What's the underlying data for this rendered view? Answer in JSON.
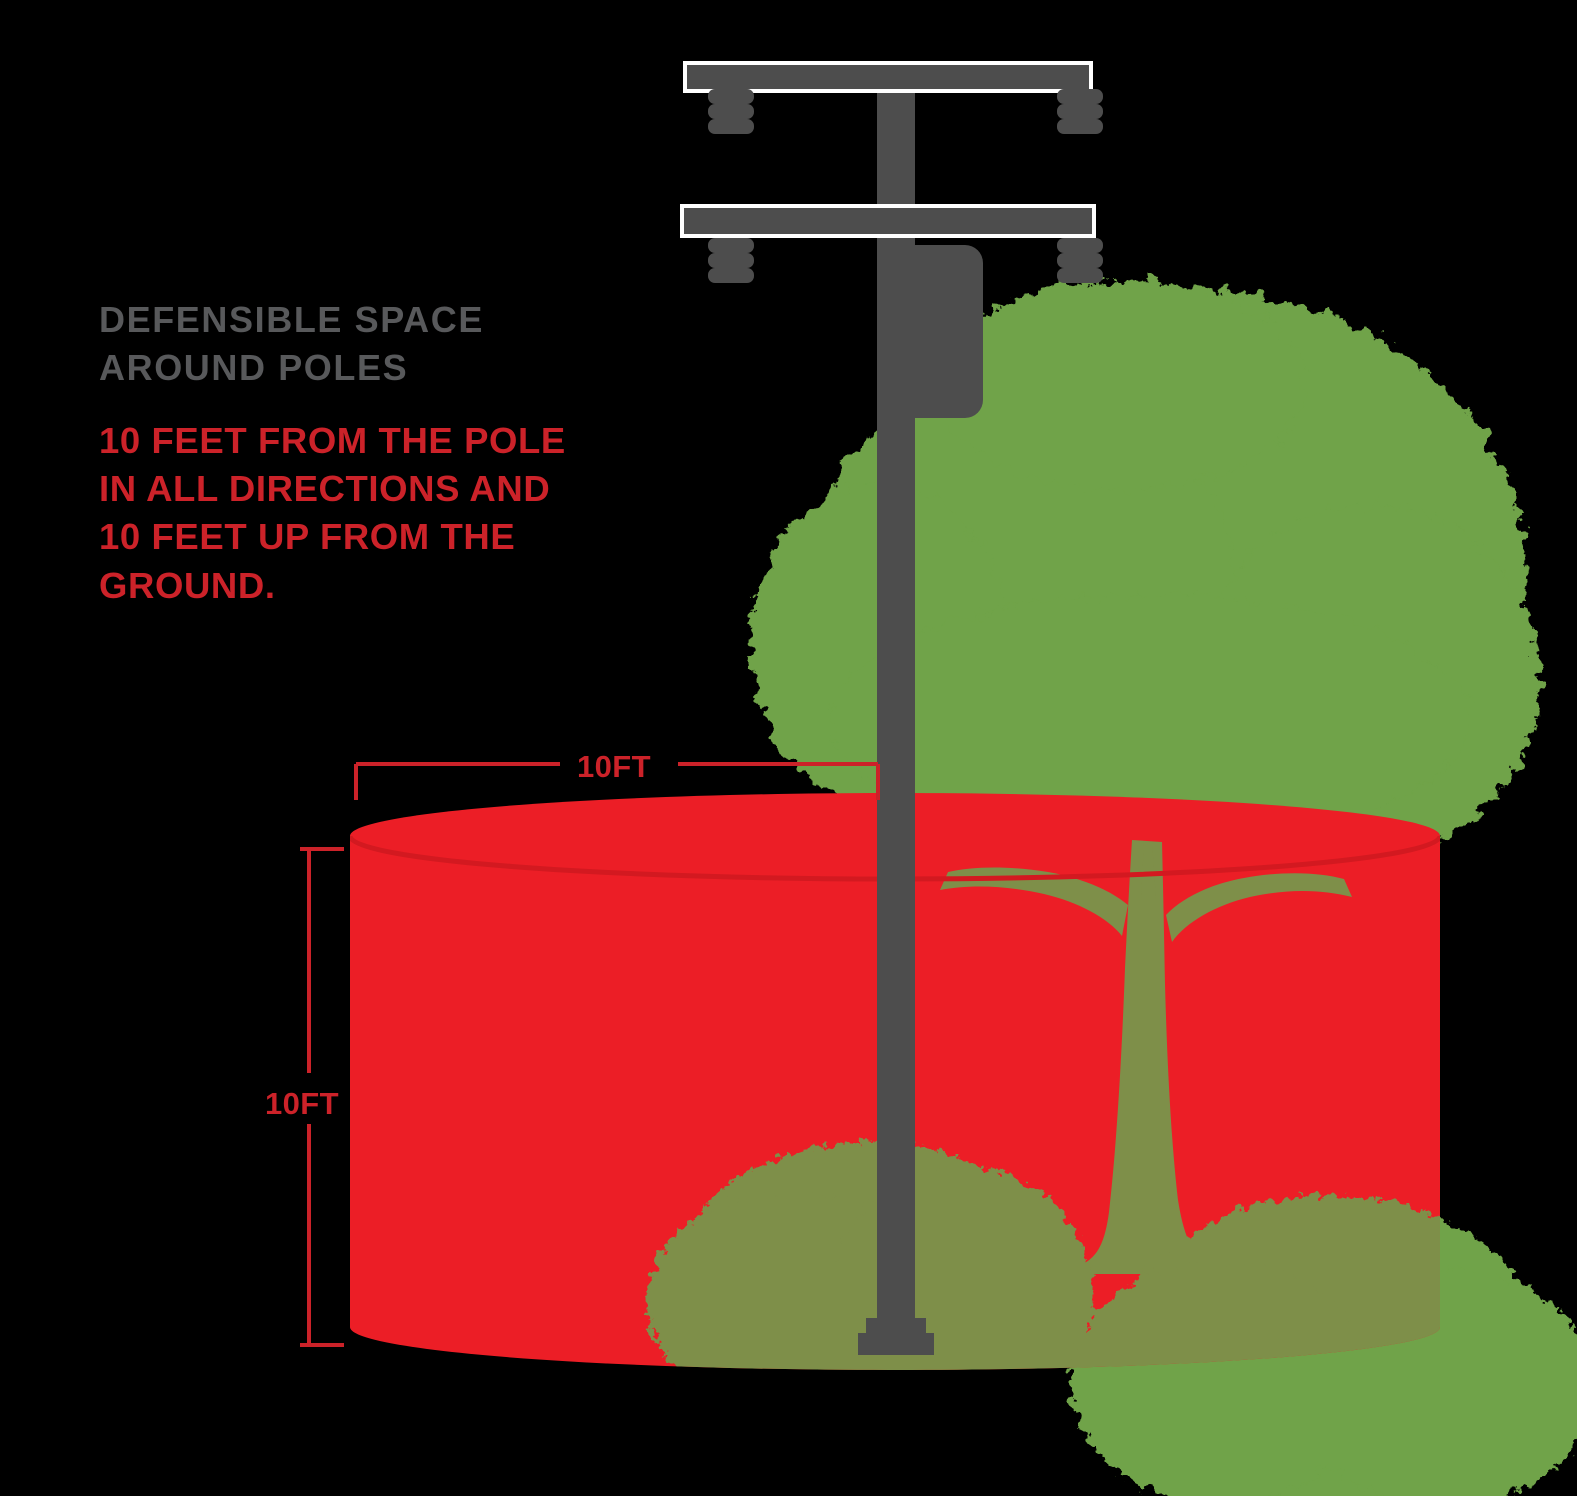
{
  "diagram": {
    "background_color": "#000000",
    "title": "DEFENSIBLE SPACE\nAROUND POLES",
    "title_color": "#58595B",
    "subtitle": "10 FEET FROM THE POLE\nIN ALL DIRECTIONS AND\n10 FEET UP FROM THE\nGROUND.",
    "subtitle_color": "#CC2229",
    "clearance_zone_color": "#EC1E26",
    "foliage_color": "#6FA348",
    "foliage_shaded_color": "#7E8F49",
    "pole_color": "#4D4D4D",
    "crossarm_outline_color": "#FFFFFF",
    "dimension_line_color": "#CC2229"
  },
  "dimensions": {
    "horizontal": {
      "label": "10FT",
      "meaning": "radius from the pole in all directions"
    },
    "vertical": {
      "label": "10FT",
      "meaning": "height up from the ground"
    }
  },
  "elements": {
    "utility_pole": "utility-pole",
    "upper_crossarm": "upper-crossarm",
    "lower_crossarm": "lower-crossarm",
    "transformer": "transformer-box",
    "insulators_count_per_side": 3,
    "tree": "large-tree",
    "shrub_left": "shrub-behind-pole",
    "shrub_right": "shrub-right",
    "clearance_cylinder": "clearance-zone-cylinder"
  }
}
